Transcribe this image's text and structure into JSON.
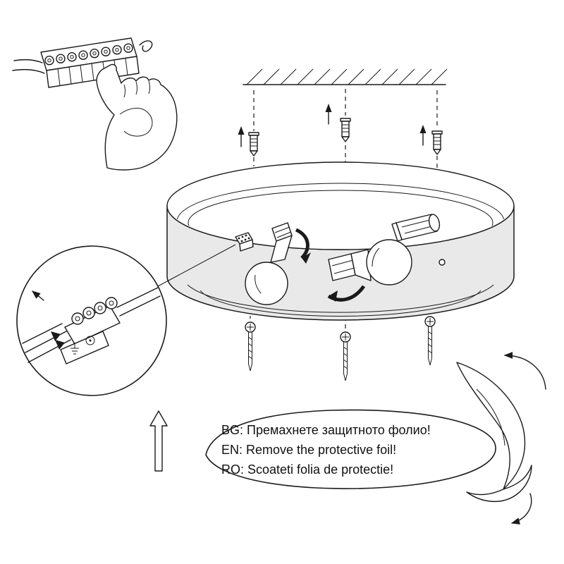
{
  "colors": {
    "line": "#1a1a1a",
    "band_fill": "#e9e9e9",
    "background": "#ffffff"
  },
  "bubble": {
    "lines": [
      {
        "lang": "BG",
        "text": "BG: Премахнете защитното фолио!"
      },
      {
        "lang": "EN",
        "text": "EN: Remove the protective foil!"
      },
      {
        "lang": "RO",
        "text": "RO: Scoateti folia de protectie!"
      }
    ]
  }
}
